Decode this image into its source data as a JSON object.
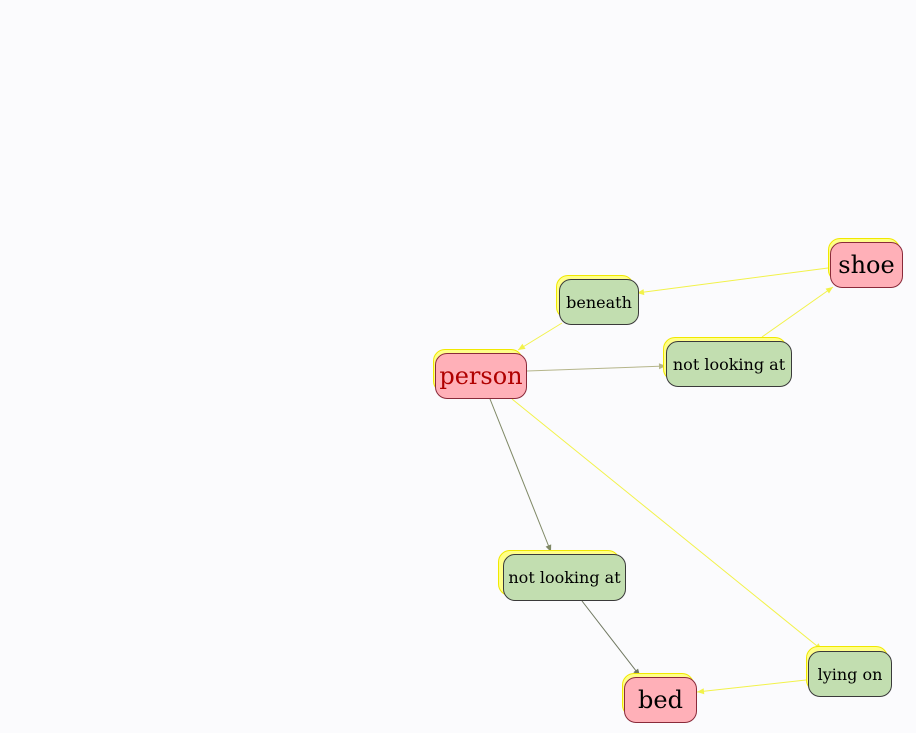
{
  "nodes": {
    "person": {
      "label": "person",
      "kind": "object"
    },
    "shoe": {
      "label": "shoe",
      "kind": "object"
    },
    "bed": {
      "label": "bed",
      "kind": "object"
    },
    "beneath": {
      "label": "beneath",
      "kind": "relation"
    },
    "not_looking_at_1": {
      "label": "not looking at",
      "kind": "relation"
    },
    "not_looking_at_2": {
      "label": "not looking at",
      "kind": "relation"
    },
    "lying_on": {
      "label": "lying on",
      "kind": "relation"
    }
  },
  "edges": [
    {
      "from": "shoe",
      "to": "beneath",
      "color": "#f2f24a"
    },
    {
      "from": "beneath",
      "to": "person",
      "color": "#f2f24a"
    },
    {
      "from": "person",
      "to": "not_looking_at_1",
      "color": "#b5b58a"
    },
    {
      "from": "not_looking_at_1",
      "to": "shoe",
      "color": "#f2f24a"
    },
    {
      "from": "person",
      "to": "not_looking_at_2",
      "color": "#7f8866"
    },
    {
      "from": "not_looking_at_2",
      "to": "bed",
      "color": "#6f7760"
    },
    {
      "from": "person",
      "to": "lying_on",
      "color": "#f2f24a"
    },
    {
      "from": "lying_on",
      "to": "bed",
      "color": "#f2f24a"
    }
  ],
  "colors": {
    "background": "#fbfbfd",
    "object_fill": "#ffb0b8",
    "relation_fill": "#c2deb0",
    "highlight": "#ffff88"
  }
}
